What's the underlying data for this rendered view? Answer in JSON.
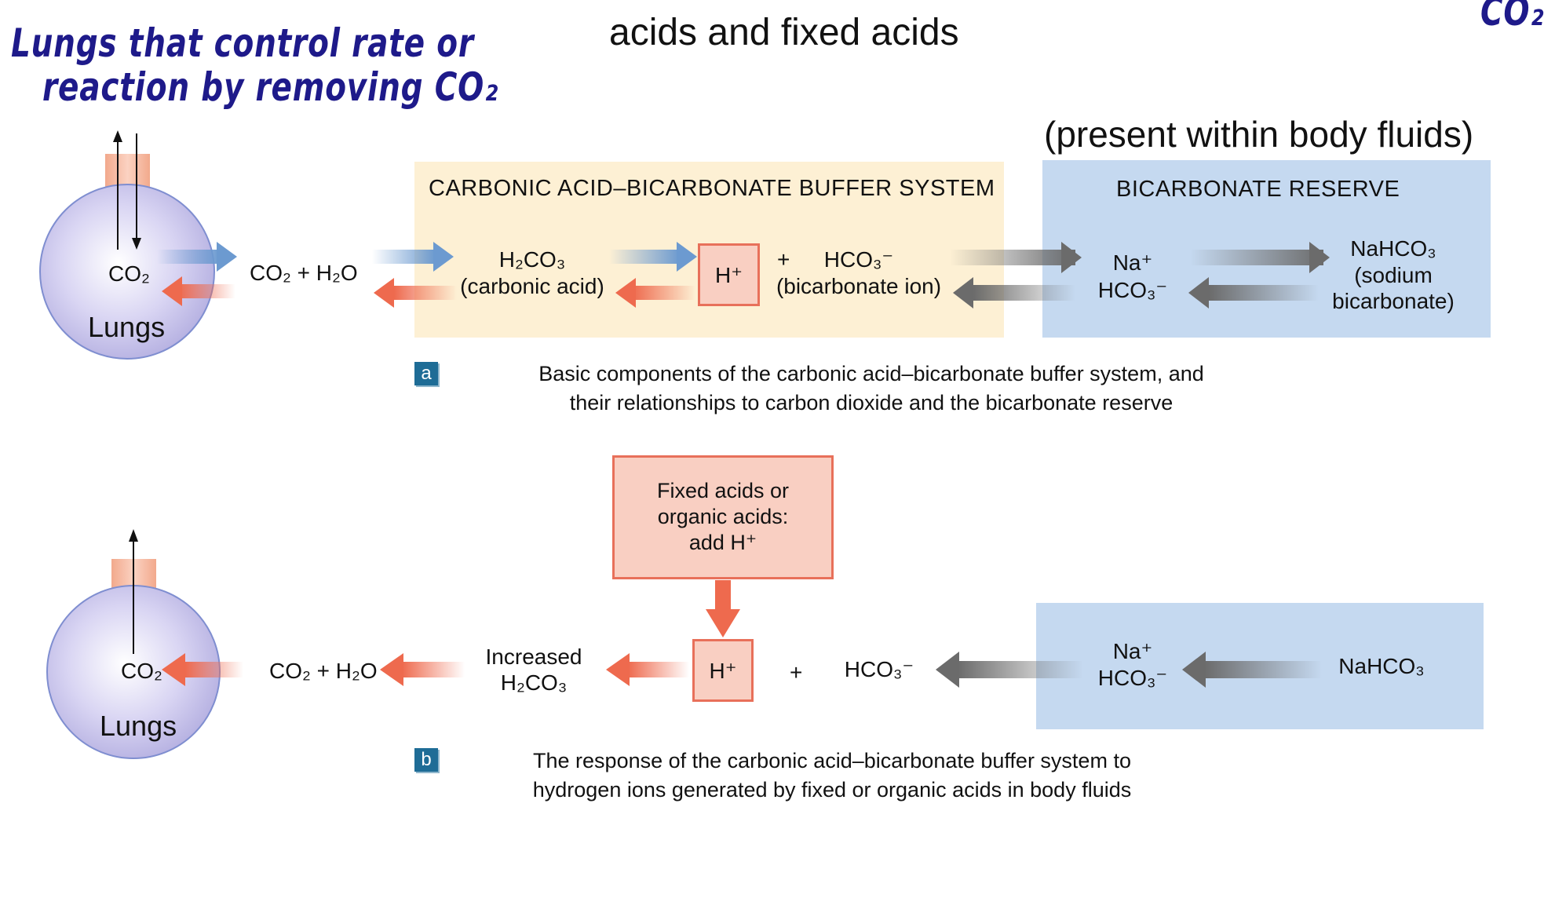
{
  "handwriting": {
    "note_line1": "Lungs that control rate or",
    "note_line2": "reaction by removing CO₂",
    "corner": "CO₂"
  },
  "title": {
    "line2": "acids and fixed acids",
    "present_note": "(present within body fluids)"
  },
  "colors": {
    "buffer_panel": "#fdf0d4",
    "reserve_panel": "#c5d9f0",
    "h_box": "#f9cfc2",
    "h_box_border": "#e8705a",
    "blue_arrow": "#6c9ad0",
    "red_arrow": "#ee6a4e",
    "gray_arrow": "#6b6b6b",
    "lung": "#b3aee0",
    "badge": "#1e6c96"
  },
  "panel_a": {
    "badge": "a",
    "lungs_label": "Lungs",
    "lungs_co2": "CO₂",
    "co2_h2o": "CO₂ + H₂O",
    "buffer_heading": "CARBONIC ACID–BICARBONATE BUFFER SYSTEM",
    "h2co3": "H₂CO₃",
    "h2co3_name": "(carbonic acid)",
    "h_ion": "H⁺",
    "plus": "+",
    "hco3": "HCO₃⁻",
    "hco3_name": "(bicarbonate ion)",
    "reserve_heading": "BICARBONATE RESERVE",
    "na": "Na⁺",
    "reserve_hco3": "HCO₃⁻",
    "nahco3": "NaHCO₃",
    "nahco3_name1": "(sodium",
    "nahco3_name2": "bicarbonate)",
    "caption_line1": "Basic components of the carbonic acid–bicarbonate buffer system, and",
    "caption_line2": "their relationships to carbon dioxide and the bicarbonate reserve"
  },
  "panel_b": {
    "badge": "b",
    "lungs_label": "Lungs",
    "lungs_co2": "CO₂",
    "co2_h2o": "CO₂ + H₂O",
    "increased": "Increased",
    "h2co3": "H₂CO₃",
    "fixed_line1": "Fixed acids or",
    "fixed_line2": "organic acids:",
    "fixed_line3": "add H⁺",
    "h_ion": "H⁺",
    "plus": "+",
    "hco3": "HCO₃⁻",
    "na": "Na⁺",
    "reserve_hco3": "HCO₃⁻",
    "nahco3": "NaHCO₃",
    "caption_line1": "The response of the carbonic acid–bicarbonate buffer system to",
    "caption_line2": "hydrogen ions generated by fixed or organic acids in body fluids"
  }
}
